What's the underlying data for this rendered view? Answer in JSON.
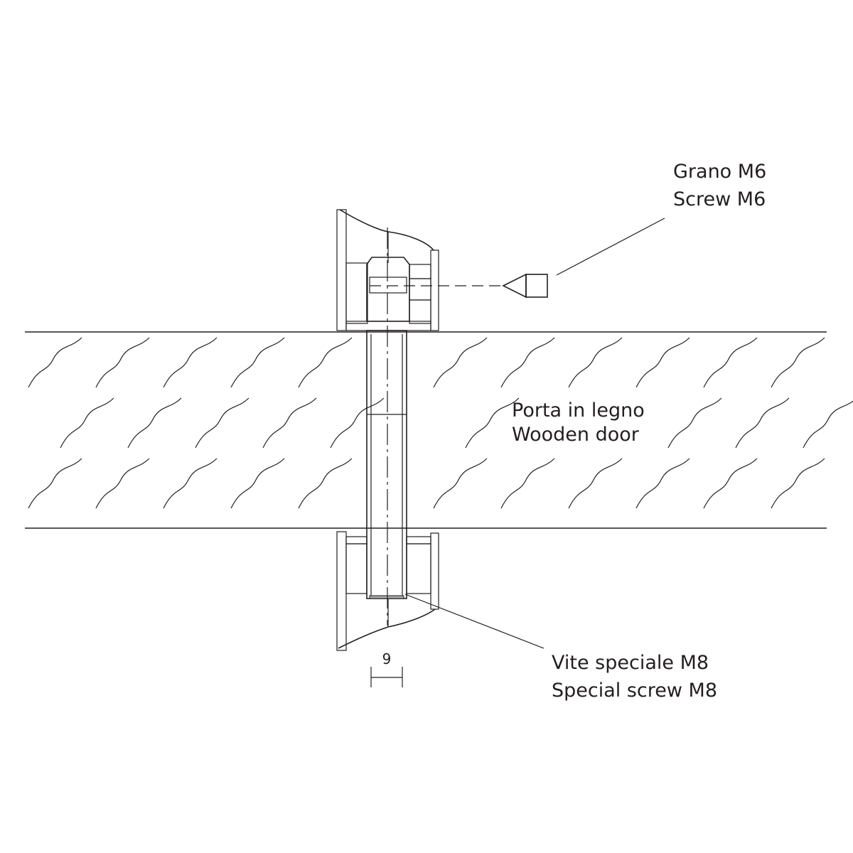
{
  "labels": {
    "set_screw_it": "Grano M6",
    "set_screw_en": "Screw M6",
    "door_it": "Porta in legno",
    "door_en": "Wooden door",
    "special_screw_it": "Vite speciale M8",
    "special_screw_en": "Special screw M8"
  },
  "dimension": {
    "value": "9"
  },
  "colors": {
    "line": "#231f20",
    "background": "#ffffff"
  }
}
